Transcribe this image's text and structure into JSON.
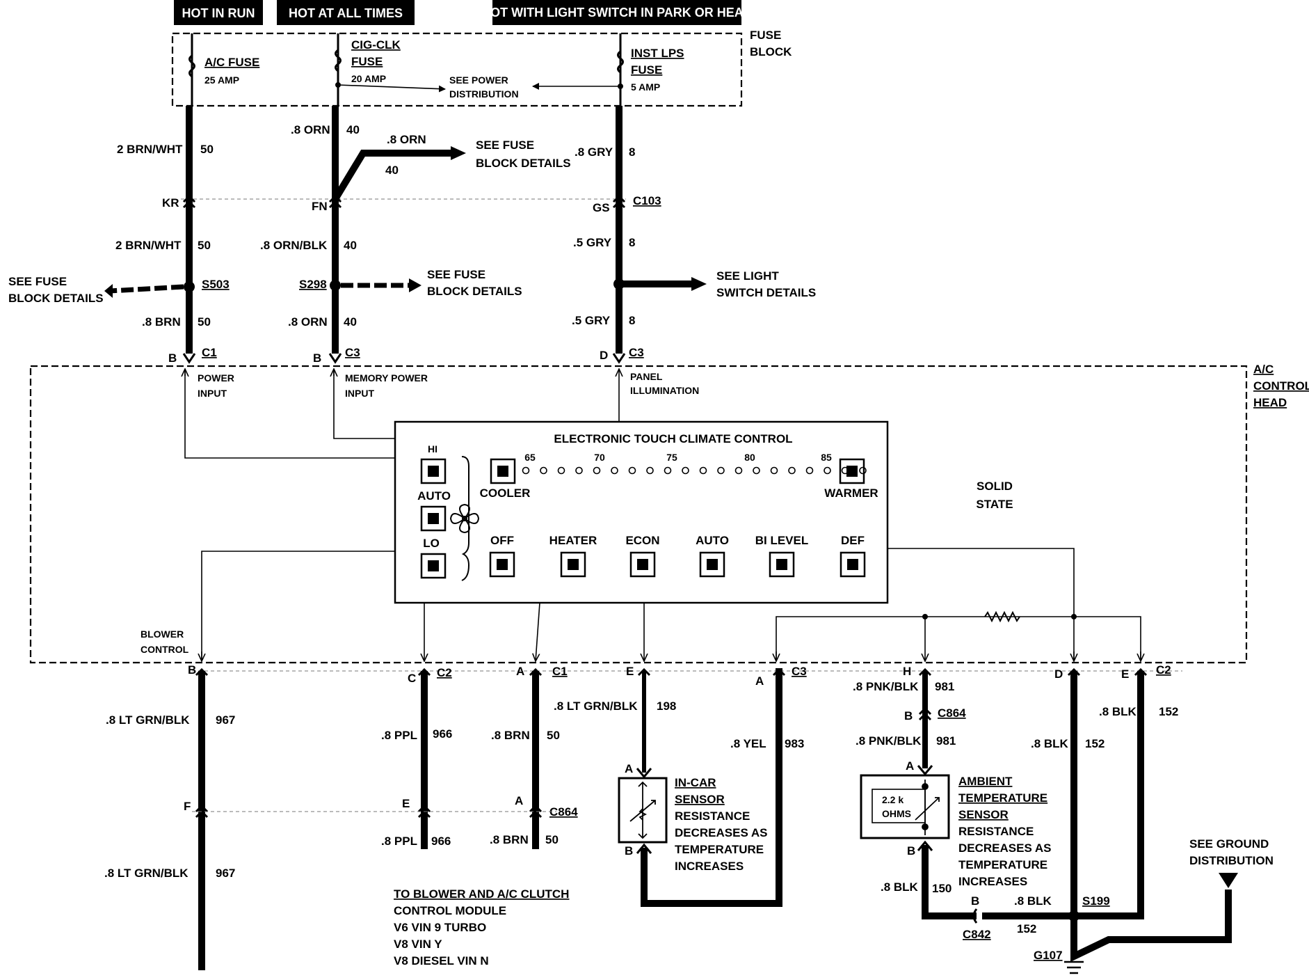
{
  "hot_tags": {
    "run": "HOT IN RUN",
    "all": "HOT AT ALL TIMES",
    "park": "HOT WITH LIGHT SWITCH IN PARK OR HEAD"
  },
  "fuse_block": {
    "title": [
      "FUSE",
      "BLOCK"
    ],
    "ac_fuse": {
      "name": "A/C FUSE",
      "amp": "25 AMP"
    },
    "cig_fuse": {
      "name1": "CIG-CLK",
      "name2": "FUSE",
      "amp": "20 AMP"
    },
    "inst_fuse": {
      "name1": "INST LPS",
      "name2": "FUSE",
      "amp": "5 AMP"
    },
    "see_power": [
      "SEE POWER",
      "DISTRIBUTION"
    ]
  },
  "upper_wires": {
    "w1a": "2 BRN/WHT",
    "c1a": "50",
    "w1b": "2 BRN/WHT",
    "c1b": "50",
    "w1c": ".8 BRN",
    "c1c": "50",
    "w2a": ".8 ORN",
    "c2a": "40",
    "w2br": ".8 ORN",
    "c2br": "40",
    "w2b": ".8 ORN/BLK",
    "c2b": "40",
    "w2c": ".8 ORN",
    "c2c": "40",
    "w3a": ".8 GRY",
    "c3a": "8",
    "w3b": ".5 GRY",
    "c3b": "8",
    "w3c": ".5 GRY",
    "c3c": "8"
  },
  "connectors_top": {
    "kr": "KR",
    "fn": "FN",
    "gs": "GS",
    "c103": "C103",
    "s503": "S503",
    "s298": "S298",
    "b1": "B",
    "c1": "C1",
    "b2": "B",
    "c3a": "C3",
    "d": "D",
    "c3b": "C3"
  },
  "refs": {
    "see_fuse_left": [
      "SEE FUSE",
      "BLOCK DETAILS"
    ],
    "see_fuse_mid": [
      "SEE FUSE",
      "BLOCK  DETAILS"
    ],
    "see_fuse_top": [
      "SEE FUSE",
      "BLOCK DETAILS"
    ],
    "see_light": [
      "SEE LIGHT",
      "SWITCH DETAILS"
    ],
    "see_ground": [
      "SEE GROUND",
      "DISTRIBUTION"
    ]
  },
  "control_head": {
    "title": [
      "A/C",
      "CONTROL",
      "HEAD"
    ],
    "power_input": [
      "POWER",
      "INPUT"
    ],
    "memory_power": [
      "MEMORY POWER",
      "INPUT"
    ],
    "panel_illum": [
      "PANEL",
      "ILLUMINATION"
    ],
    "solid_state": [
      "SOLID",
      "STATE"
    ],
    "blower_control": [
      "BLOWER",
      "CONTROL"
    ],
    "etcc_title": "ELECTRONIC TOUCH CLIMATE CONTROL",
    "temps": [
      "65",
      "70",
      "75",
      "80",
      "85"
    ],
    "hi": "HI",
    "auto_fan": "AUTO",
    "lo": "LO",
    "cooler": "COOLER",
    "warmer": "WARMER",
    "buttons": [
      "OFF",
      "HEATER",
      "ECON",
      "AUTO",
      "BI LEVEL",
      "DEF"
    ]
  },
  "lower": {
    "b": "B",
    "c2": "C2",
    "c": "C",
    "a1": "A",
    "c1": "C1",
    "e": "E",
    "a2": "A",
    "c3": "C3",
    "h": "H",
    "dd": "D",
    "e2": "E",
    "c2b": "C2",
    "w967a": ".8 LT GRN/BLK",
    "n967a": "967",
    "f": "F",
    "w967b": ".8 LT GRN/BLK",
    "n967b": "967",
    "w966a": ".8 PPL",
    "n966a": "966",
    "e3": "E",
    "w966b": ".8 PPL",
    "n966b": "966",
    "w50a": ".8 BRN",
    "n50a": "50",
    "a3": "A",
    "c864a": "C864",
    "w50b": ".8 BRN",
    "n50b": "50",
    "w198": ".8 LT GRN/BLK",
    "n198": "198",
    "w983": ".8 YEL",
    "n983": "983",
    "w981a": ".8 PNK/BLK",
    "n981a": "981",
    "b3": "B",
    "c864b": "C864",
    "w981b": ".8 PNK/BLK",
    "n981b": "981",
    "w152a": ".8 BLK",
    "n152a": "152",
    "w152b": ".8 BLK",
    "n152b": "152",
    "a4": "A",
    "b4": "B",
    "a5": "A",
    "b5": "B",
    "w150": ".8 BLK",
    "n150": "150",
    "b6": "B",
    "c842": "C842",
    "w152c": ".8 BLK",
    "n152c": "152",
    "s199": "S199",
    "g107": "G107"
  },
  "incar": [
    "IN-CAR",
    "SENSOR",
    "RESISTANCE",
    "DECREASES AS",
    "TEMPERATURE",
    "INCREASES"
  ],
  "ambient": [
    "AMBIENT",
    "TEMPERATURE",
    "SENSOR",
    "RESISTANCE",
    "DECREASES AS",
    "TEMPERATURE",
    "INCREASES"
  ],
  "ohms": [
    "2.2 k",
    "OHMS"
  ],
  "module_note": [
    "TO BLOWER AND A/C CLUTCH",
    "CONTROL MODULE",
    "V6 VIN 9 TURBO",
    "V8 VIN Y",
    "V8 DIESEL VIN N"
  ]
}
